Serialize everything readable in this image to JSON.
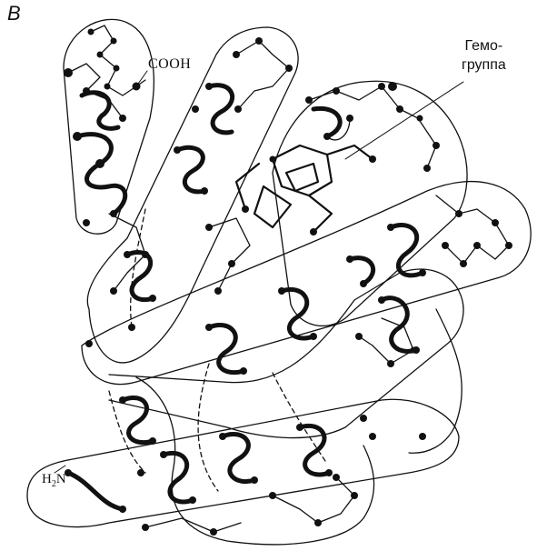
{
  "labels": {
    "panel": "B",
    "carboxyl_terminus": "COOH",
    "heme_group_line1": "Гемо-",
    "heme_group_line2": "группа",
    "amino_terminus_h": "H",
    "amino_terminus_sub": "2",
    "amino_terminus_n": "N"
  },
  "colors": {
    "ink": "#111111",
    "background": "#ffffff"
  }
}
